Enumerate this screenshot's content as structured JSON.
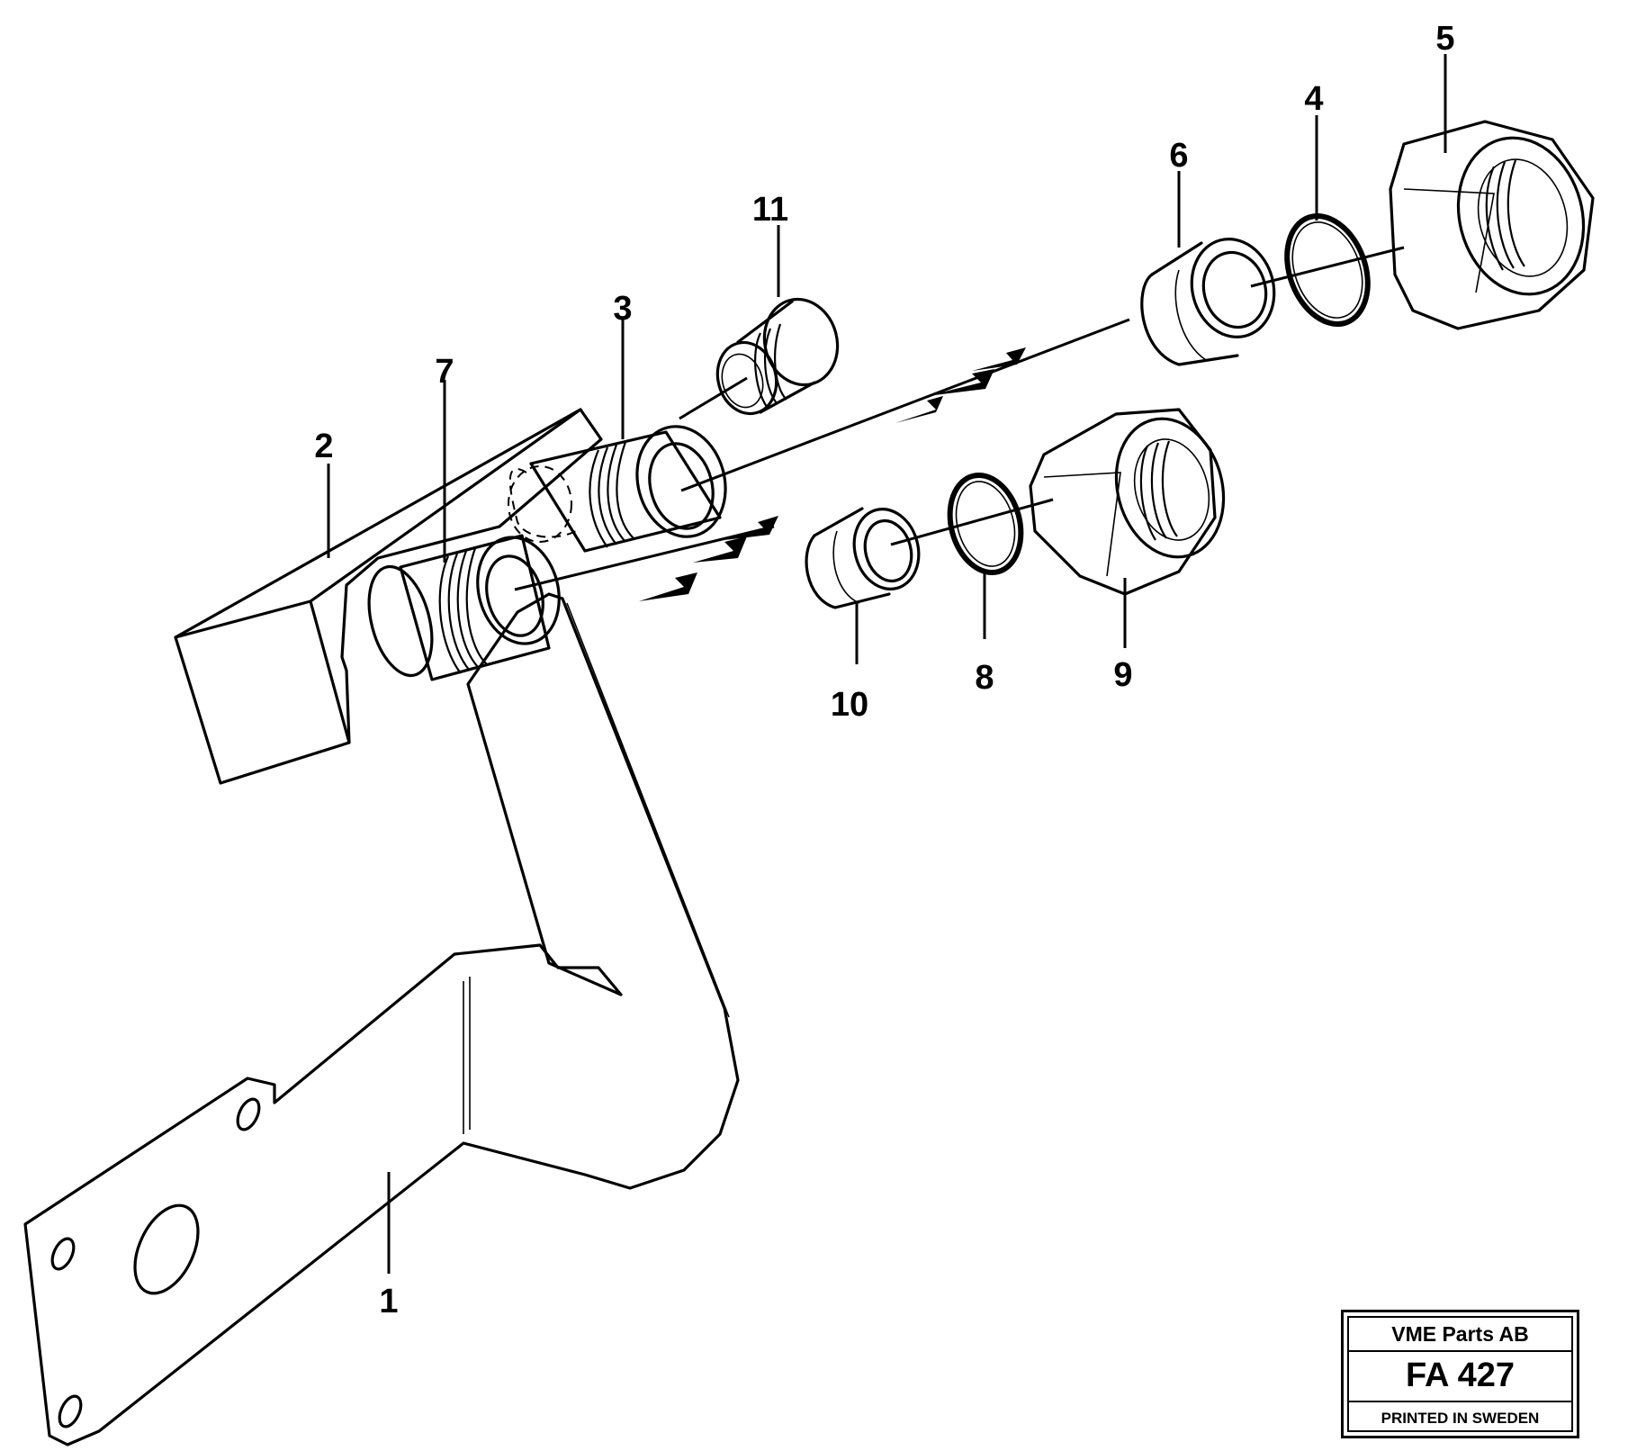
{
  "callouts": [
    "1",
    "2",
    "3",
    "4",
    "5",
    "6",
    "7",
    "8",
    "9",
    "10",
    "11"
  ],
  "title_block": {
    "company": "VME Parts AB",
    "code": "FA 427",
    "printed": "PRINTED IN SWEDEN"
  }
}
